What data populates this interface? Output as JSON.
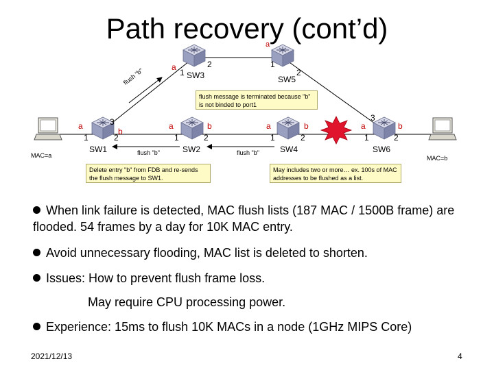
{
  "slide": {
    "title": "Path recovery (cont’d)",
    "title_marker": "a"
  },
  "diagram": {
    "switches": [
      {
        "id": "SW1",
        "label": "SW1"
      },
      {
        "id": "SW2",
        "label": "SW2"
      },
      {
        "id": "SW3",
        "label": "SW3"
      },
      {
        "id": "SW4",
        "label": "SW4"
      },
      {
        "id": "SW5",
        "label": "SW5"
      },
      {
        "id": "SW6",
        "label": "SW6"
      }
    ],
    "port_labels": {
      "sw1_a": "a",
      "sw1_3": "3",
      "sw1_b": "b",
      "sw1_1": "1",
      "sw1_2": "2",
      "sw2_a": "a",
      "sw2_b": "b",
      "sw2_1": "1",
      "sw2_2": "2",
      "sw3_a": "a",
      "sw3_1": "1",
      "sw3_2": "2",
      "sw5_1": "1",
      "sw5_2": "2",
      "sw4_a": "a",
      "sw4_b": "b",
      "sw4_1": "1",
      "sw4_2": "2",
      "sw6_a": "a",
      "sw6_3": "3",
      "sw6_b": "b",
      "sw6_1": "1",
      "sw6_2": "2"
    },
    "hosts": {
      "left_mac": "MAC=a",
      "right_mac": "MAC=b"
    },
    "flush_labels": {
      "sw2_to_sw1": "flush \"b\"",
      "sw4_to_sw2": "flush \"b\"",
      "diagonal": "flush \"b\""
    },
    "callouts": {
      "sw5_note": "flush message is terminated because \"b\" is not binded to port1",
      "sw2_note": "Delete entry \"b\" from FDB and re-sends the flush message to SW1.",
      "sw6_note": "May includes two or more… ex. 100s of MAC addresses to be flushed as a list."
    }
  },
  "bullets": [
    {
      "text": "When link failure is detected, MAC flush lists (187 MAC / 1500B frame) are flooded. 54 frames by a day for 10K MAC entry."
    },
    {
      "text": "Avoid unnecessary flooding, MAC list is deleted to shorten."
    },
    {
      "text": "Issues: How to prevent flush frame loss."
    },
    {
      "text": "May require CPU processing power.",
      "indent": true
    },
    {
      "text": "Experience: 15ms to flush 10K MACs in a node (1GHz MIPS Core)"
    }
  ],
  "footer": {
    "date": "2021/12/13",
    "page": "4"
  },
  "colors": {
    "accent_red": "#c00000",
    "callout_fill": "#fffbc6",
    "switch_top": "#d7d9e8",
    "switch_side": "#9aa0bf",
    "failure_star": "#e0142c"
  }
}
